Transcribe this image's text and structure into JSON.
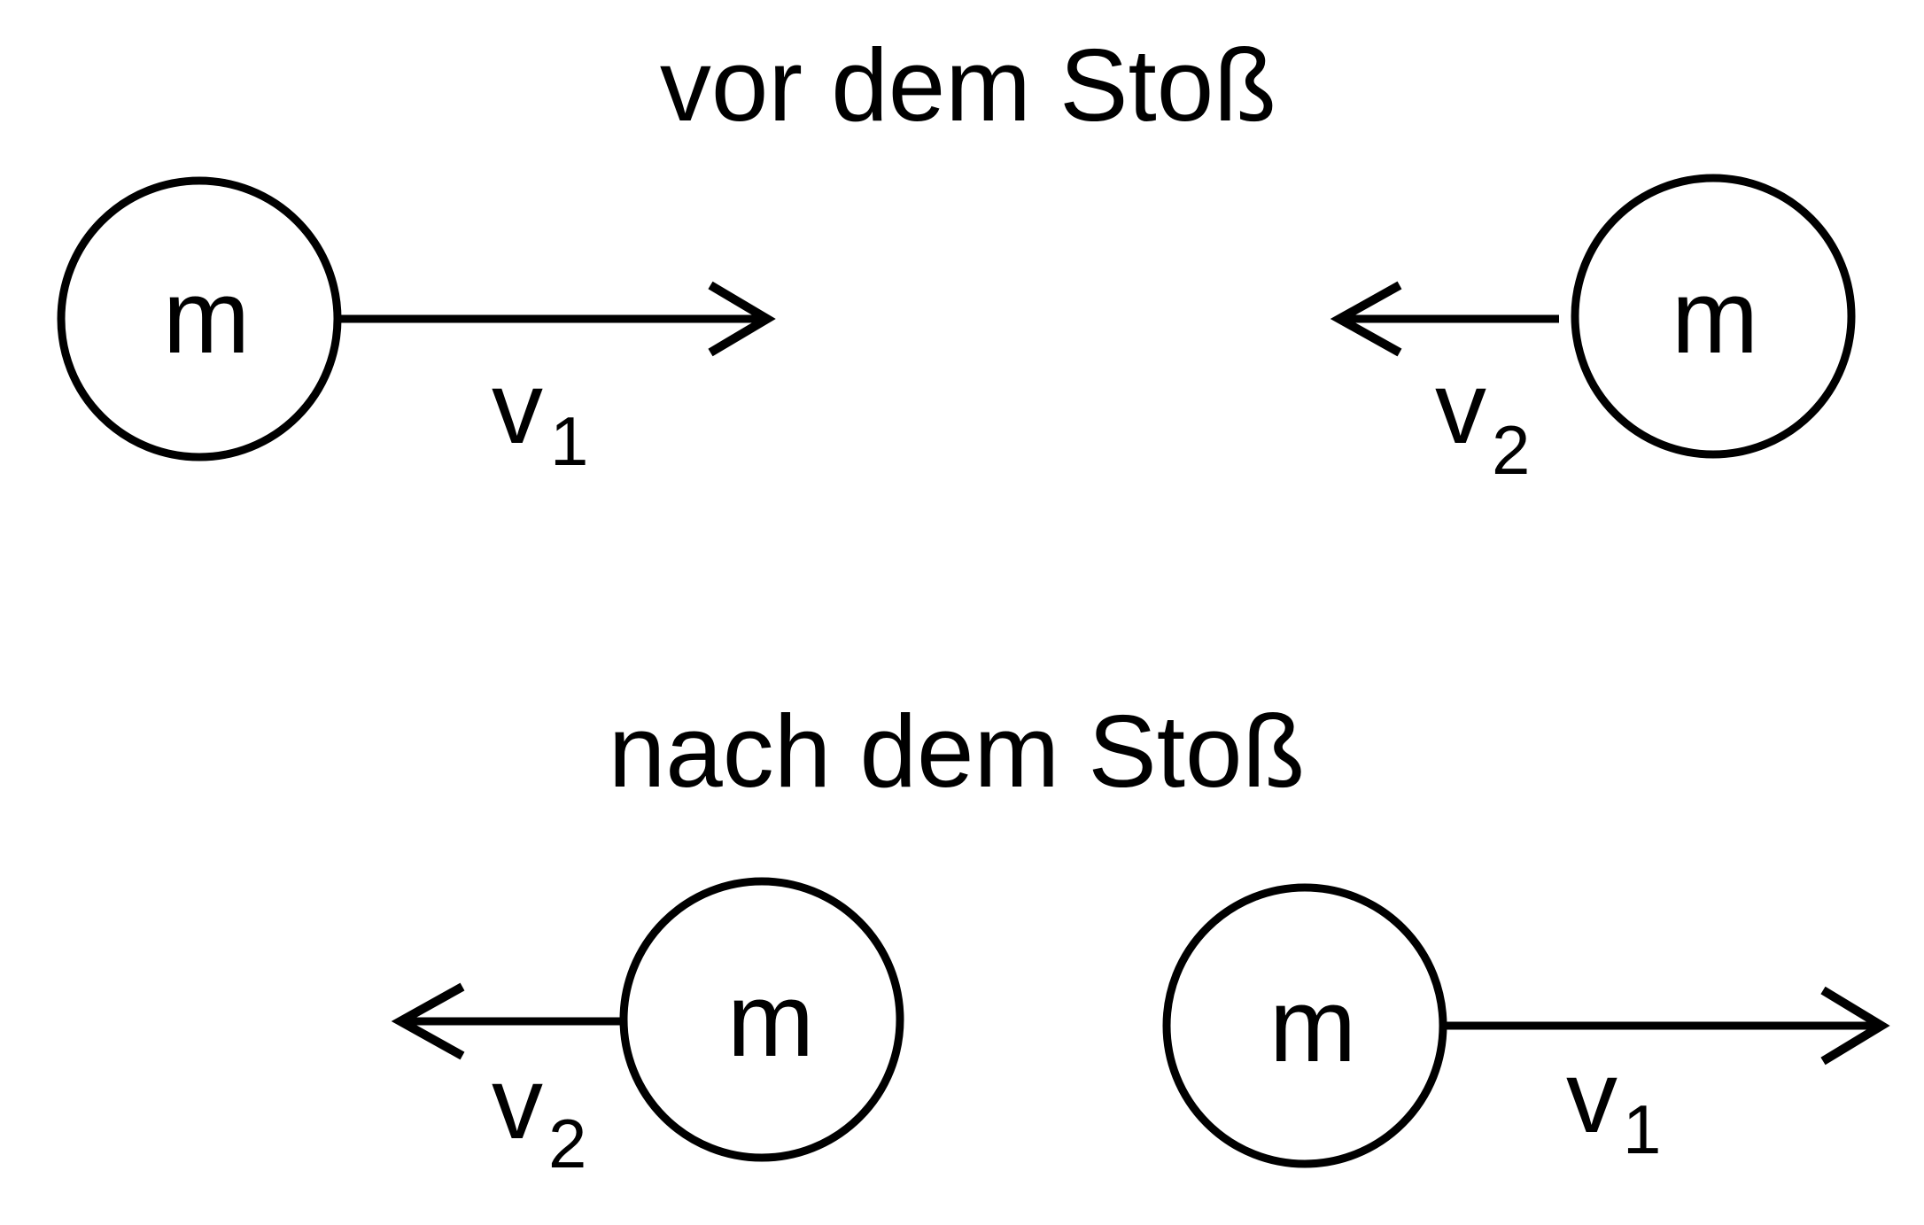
{
  "before": {
    "title": "vor dem Stoß",
    "left_ball": {
      "label": "m",
      "velocity": {
        "symbol": "v",
        "subscript": "1"
      },
      "direction": "right"
    },
    "right_ball": {
      "label": "m",
      "velocity": {
        "symbol": "v",
        "subscript": "2"
      },
      "direction": "left"
    }
  },
  "after": {
    "title": "nach dem Stoß",
    "left_ball": {
      "label": "m",
      "velocity": {
        "symbol": "v",
        "subscript": "2"
      },
      "direction": "left"
    },
    "right_ball": {
      "label": "m",
      "velocity": {
        "symbol": "v",
        "subscript": "1"
      },
      "direction": "right"
    }
  }
}
